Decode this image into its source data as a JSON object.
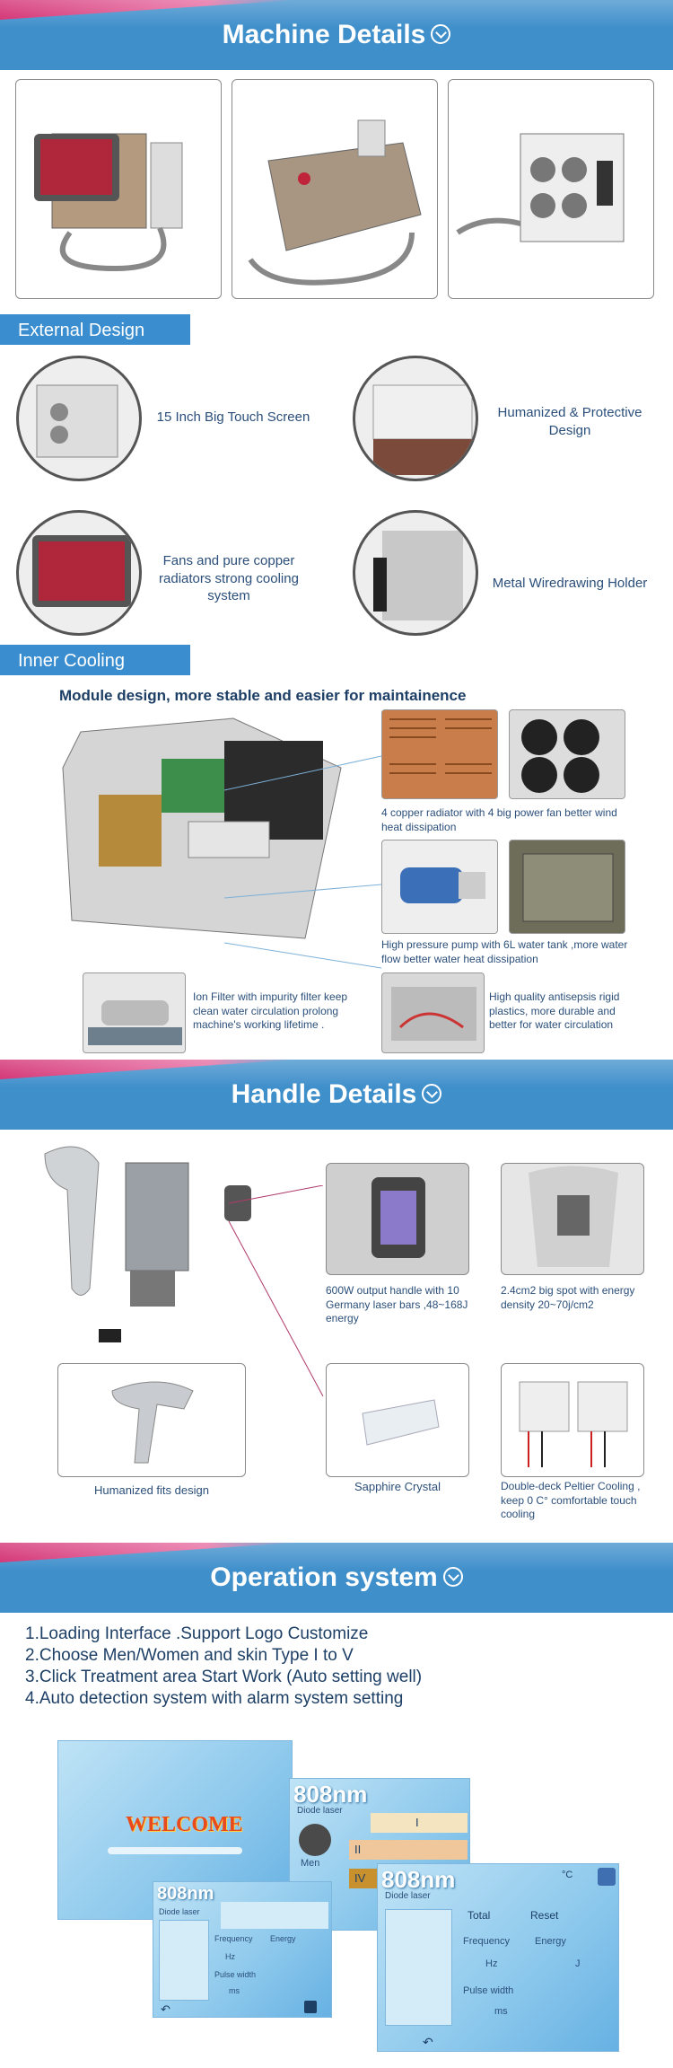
{
  "sections": {
    "machine": "Machine Details",
    "external": "External Design",
    "inner": "Inner Cooling",
    "handle": "Handle Details",
    "operation": "Operation system"
  },
  "external": {
    "touch_screen": "15 Inch Big Touch Screen",
    "humanized": "Humanized & Protective Design",
    "fans": "Fans and pure copper radiators strong cooling system",
    "metal": "Metal Wiredrawing Holder"
  },
  "inner": {
    "heading": "Module design, more stable and easier for maintainence",
    "radiator": "4 copper radiator with 4 big power fan better wind heat dissipation",
    "pump": "High pressure pump with 6L water tank ,more water flow better water heat dissipation",
    "ion": "Ion Filter with impurity filter keep clean water circulation prolong machine's working lifetime .",
    "plastics": "High quality antisepsis rigid plastics, more durable and better for water circulation"
  },
  "handle": {
    "output": "600W output handle with 10 Germany laser bars ,48~168J energy",
    "spot": "2.4cm2 big spot with energy density 20~70j/cm2",
    "fits": "Humanized fits design",
    "crystal": "Sapphire Crystal",
    "peltier": "Double-deck Peltier Cooling , keep 0 C° comfortable touch cooling"
  },
  "operation": {
    "items": [
      "1.Loading Interface .Support Logo Customize",
      "2.Choose Men/Women and skin Type I to V",
      "3.Click  Treatment area Start Work (Auto setting well)",
      "4.Auto detection system with alarm system setting"
    ],
    "welcome": "WELCOME",
    "brand": "808nm",
    "sub": "Diode laser",
    "men": "Men",
    "ii": "II",
    "iv": "IV",
    "i": "I",
    "frequency": "Frequency",
    "energy": "Energy",
    "pulse": "Pulse width",
    "hz": "Hz",
    "j": "J",
    "ms": "ms",
    "total": "Total",
    "reset": "Reset",
    "c": "°C",
    "icon_names": [
      "chevron-down-icon",
      "settings-icon",
      "back-icon",
      "save-icon"
    ]
  },
  "colors": {
    "banner": "#3f8fcb",
    "pink": "#d1286d",
    "tag": "#3a8ed0",
    "text": "#1d3f66"
  }
}
